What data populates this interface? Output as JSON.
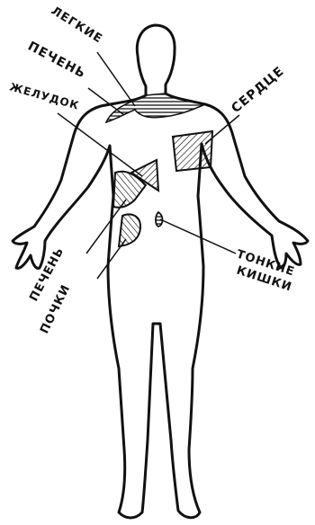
{
  "diagram": {
    "labels": {
      "lungs": "ЛЕГКИЕ",
      "liver_top": "ПЕЧЕНЬ",
      "stomach": "ЖЕЛУДОК",
      "heart": "СЕРДЦЕ",
      "liver_bottom": "ПЕЧЕНЬ",
      "kidneys": "ПОЧКИ",
      "small_intestine_line1": "ТОНКИЕ",
      "small_intestine_line2": "КИШКИ"
    },
    "colors": {
      "ink": "#111111",
      "paper": "#ffffff"
    }
  }
}
